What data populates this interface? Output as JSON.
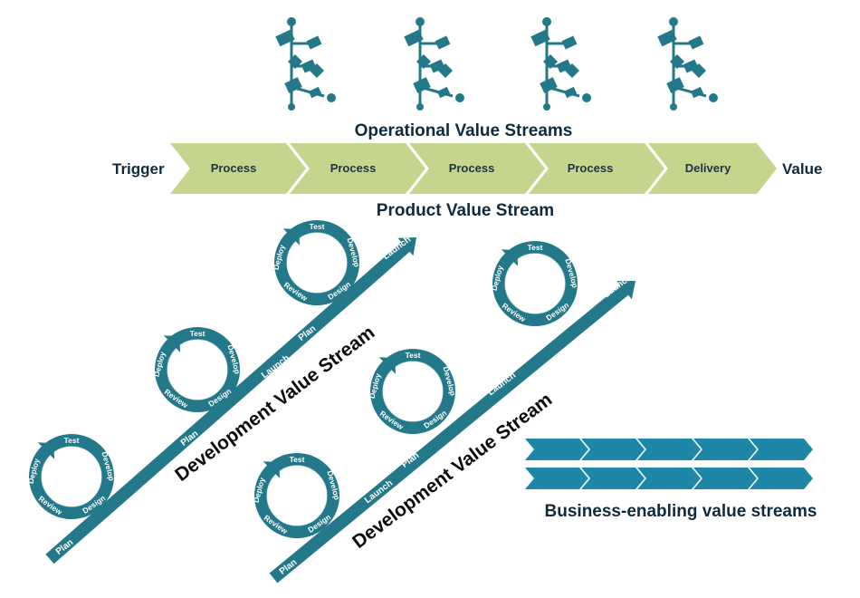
{
  "colors": {
    "chevron_green": "#c5d58d",
    "teal": "#23788a",
    "teal_light": "#3e9aaa",
    "dark_text": "#102a3e",
    "biz_blue": "#1e86a6"
  },
  "operational": {
    "title": "Operational Value Streams",
    "trigger": "Trigger",
    "value": "Value",
    "steps": [
      "Process",
      "Process",
      "Process",
      "Process",
      "Delivery"
    ],
    "flow_icons": [
      "process-flow-icon",
      "process-flow-icon",
      "process-flow-icon",
      "process-flow-icon"
    ]
  },
  "product": {
    "title": "Product Value Stream"
  },
  "development": {
    "title": "Development Value Stream",
    "arrow_labels": {
      "plan": "Plan",
      "launch": "Launch"
    },
    "cycle_labels": {
      "test": "Test",
      "develop": "Develop",
      "design": "Design",
      "review": "Review",
      "deploy": "Deploy"
    }
  },
  "business": {
    "title": "Business-enabling value streams",
    "rows": 2,
    "per_row": 5
  }
}
